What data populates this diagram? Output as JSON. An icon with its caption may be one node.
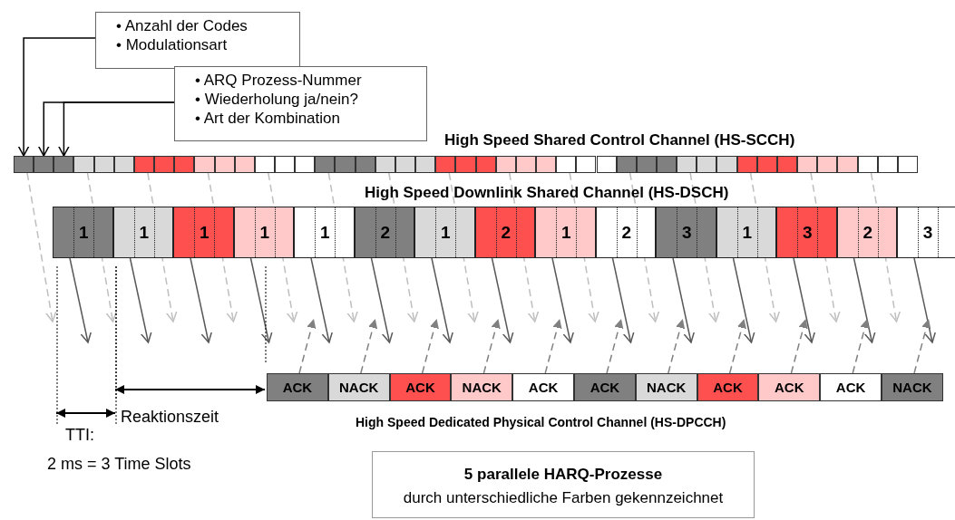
{
  "diagram": {
    "nodes": [
      {
        "text": [
          "• Anzahl der Codes",
          "• Modulationsart"
        ]
      },
      {
        "text": [
          "• ARQ Prozess-Nummer",
          "• Wiederholung ja/nein?",
          "• Art der Kombination"
        ]
      },
      {
        "text": [],
        "shape": "box"
      },
      {
        "text": [],
        "shape": "box"
      },
      {
        "text": [],
        "shape": "box"
      },
      {
        "text": [],
        "shape": "box"
      },
      {
        "text": [],
        "shape": "box"
      },
      {
        "text": [],
        "shape": "box"
      },
      {
        "text": [],
        "shape": "box"
      },
      {
        "text": [],
        "shape": "box"
      },
      {
        "text": [],
        "shape": "box"
      },
      {
        "text": [],
        "shape": "box"
      },
      {
        "text": [],
        "shape": "box"
      },
      {
        "text": [],
        "shape": "box"
      },
      {
        "text": [],
        "shape": "box"
      },
      {
        "text": [],
        "shape": "box"
      },
      {
        "text": [],
        "shape": "box"
      },
      {
        "text": [],
        "shape": "box"
      },
      {
        "text": [],
        "shape": "box"
      },
      {
        "text": [],
        "shape": "box"
      },
      {
        "text": [],
        "shape": "box"
      },
      {
        "text": [],
        "shape": "box"
      },
      {
        "text": [],
        "shape": "box"
      },
      {
        "text": [],
        "shape": "box"
      },
      {
        "text": [],
        "shape": "box"
      },
      {
        "text": [],
        "shape": "box"
      },
      {
        "text": [],
        "shape": "box"
      },
      {
        "text": [],
        "shape": "box"
      },
      {
        "text": [],
        "shape": "box"
      },
      {
        "text": [],
        "shape": "box"
      },
      {
        "text": [],
        "shape": "box"
      },
      {
        "text": [],
        "shape": "box"
      },
      {
        "text": [],
        "shape": "box"
      },
      {
        "text": [],
        "shape": "box"
      },
      {
        "text": [],
        "shape": "box"
      },
      {
        "text": [],
        "shape": "box"
      },
      {
        "text": [],
        "shape": "box"
      },
      {
        "text": [],
        "shape": "box"
      },
      {
        "text": [],
        "shape": "box"
      },
      {
        "text": [],
        "shape": "box"
      },
      {
        "text": [],
        "shape": "box"
      },
      {
        "text": [],
        "shape": "box"
      },
      {
        "text": [],
        "shape": "box"
      },
      {
        "text": [],
        "shape": "box"
      },
      {
        "text": [],
        "shape": "box"
      },
      {
        "text": [],
        "shape": "box"
      },
      {
        "text": [],
        "shape": "box"
      },
      {
        "text": [
          "1"
        ]
      },
      {
        "text": [
          "1"
        ]
      },
      {
        "text": [
          "1"
        ]
      },
      {
        "text": [
          "1"
        ]
      },
      {
        "text": [
          "1"
        ]
      },
      {
        "text": [
          "2"
        ]
      },
      {
        "text": [
          "1"
        ]
      },
      {
        "text": [
          "2"
        ]
      },
      {
        "text": [
          "1"
        ]
      },
      {
        "text": [
          "2"
        ]
      },
      {
        "text": [
          "3"
        ]
      },
      {
        "text": [
          "1"
        ]
      },
      {
        "text": [
          "3"
        ]
      },
      {
        "text": [
          "2"
        ]
      },
      {
        "text": [
          "3"
        ]
      },
      {
        "text": [
          "ACK"
        ]
      },
      {
        "text": [
          "NACK"
        ]
      },
      {
        "text": [
          "ACK"
        ]
      },
      {
        "text": [
          "NACK"
        ]
      },
      {
        "text": [
          "ACK"
        ]
      },
      {
        "text": [
          "ACK"
        ]
      },
      {
        "text": [
          "NACK"
        ]
      },
      {
        "text": [
          "ACK"
        ]
      },
      {
        "text": [
          "ACK"
        ]
      },
      {
        "text": [
          "ACK"
        ]
      },
      {
        "text": [
          "NACK"
        ]
      },
      {
        "text": [
          "5 parallele HARQ-Prozesse",
          "durch unterschiedliche Farben gekennzeichnet"
        ]
      }
    ],
    "edges": [
      {
        "from": 0,
        "to": 2,
        "arrow": "to",
        "color": "#000000"
      },
      {
        "from": 1,
        "to": 3,
        "arrow": "to",
        "color": "#000000"
      },
      {
        "from": 1,
        "to": 4,
        "arrow": "to",
        "color": "#000000"
      },
      {
        "from": 2,
        "to": null,
        "arrow": "to",
        "style": "dashed",
        "color": "#bfbfbf"
      },
      {
        "from": 5,
        "to": null,
        "arrow": "to",
        "style": "dashed",
        "color": "#bfbfbf"
      },
      {
        "from": 8,
        "to": null,
        "arrow": "to",
        "style": "dashed",
        "color": "#bfbfbf"
      },
      {
        "from": 11,
        "to": null,
        "arrow": "to",
        "style": "dashed",
        "color": "#bfbfbf"
      },
      {
        "from": 14,
        "to": null,
        "arrow": "to",
        "style": "dashed",
        "color": "#bfbfbf"
      },
      {
        "from": 17,
        "to": null,
        "arrow": "to",
        "style": "dashed",
        "color": "#bfbfbf"
      },
      {
        "from": 20,
        "to": null,
        "arrow": "to",
        "style": "dashed",
        "color": "#bfbfbf"
      },
      {
        "from": 23,
        "to": null,
        "arrow": "to",
        "style": "dashed",
        "color": "#bfbfbf"
      },
      {
        "from": 26,
        "to": null,
        "arrow": "to",
        "style": "dashed",
        "color": "#bfbfbf"
      },
      {
        "from": 29,
        "to": null,
        "arrow": "to",
        "style": "dashed",
        "color": "#bfbfbf"
      },
      {
        "from": 32,
        "to": null,
        "arrow": "to",
        "style": "dashed",
        "color": "#bfbfbf"
      },
      {
        "from": 35,
        "to": null,
        "arrow": "to",
        "style": "dashed",
        "color": "#bfbfbf"
      },
      {
        "from": 38,
        "to": null,
        "arrow": "to",
        "style": "dashed",
        "color": "#bfbfbf"
      },
      {
        "from": 41,
        "to": null,
        "arrow": "to",
        "style": "dashed",
        "color": "#bfbfbf"
      },
      {
        "from": 44,
        "to": null,
        "arrow": "to",
        "style": "dashed",
        "color": "#bfbfbf"
      },
      {
        "from": 47,
        "to": null,
        "arrow": "to",
        "color": "#595959"
      },
      {
        "from": 48,
        "to": null,
        "arrow": "to",
        "color": "#595959"
      },
      {
        "from": 49,
        "to": null,
        "arrow": "to",
        "color": "#595959"
      },
      {
        "from": 50,
        "to": null,
        "arrow": "to",
        "color": "#595959"
      },
      {
        "from": 51,
        "to": null,
        "arrow": "to",
        "color": "#595959"
      },
      {
        "from": 52,
        "to": null,
        "arrow": "to",
        "color": "#595959"
      },
      {
        "from": 53,
        "to": null,
        "arrow": "to",
        "color": "#595959"
      },
      {
        "from": 54,
        "to": null,
        "arrow": "to",
        "color": "#595959"
      },
      {
        "from": 55,
        "to": null,
        "arrow": "to",
        "color": "#595959"
      },
      {
        "from": 56,
        "to": null,
        "arrow": "to",
        "color": "#595959"
      },
      {
        "from": 57,
        "to": null,
        "arrow": "to",
        "color": "#595959"
      },
      {
        "from": 58,
        "to": null,
        "arrow": "to",
        "color": "#595959"
      },
      {
        "from": 59,
        "to": null,
        "arrow": "to",
        "color": "#595959"
      },
      {
        "from": 60,
        "to": null,
        "arrow": "to",
        "color": "#595959"
      },
      {
        "from": 61,
        "to": null,
        "arrow": "to",
        "color": "#595959"
      },
      {
        "from": 62,
        "to": null,
        "arrow": "to",
        "style": "dashed",
        "color": "#808080"
      },
      {
        "from": 63,
        "to": null,
        "arrow": "to",
        "style": "dashed",
        "color": "#808080"
      },
      {
        "from": 64,
        "to": null,
        "arrow": "to",
        "style": "dashed",
        "color": "#808080"
      },
      {
        "from": 65,
        "to": null,
        "arrow": "to",
        "style": "dashed",
        "color": "#808080"
      },
      {
        "from": 66,
        "to": null,
        "arrow": "to",
        "style": "dashed",
        "color": "#808080"
      },
      {
        "from": 67,
        "to": null,
        "arrow": "to",
        "style": "dashed",
        "color": "#808080"
      },
      {
        "from": 68,
        "to": null,
        "arrow": "to",
        "style": "dashed",
        "color": "#808080"
      },
      {
        "from": 69,
        "to": null,
        "arrow": "to",
        "style": "dashed",
        "color": "#808080"
      },
      {
        "from": 70,
        "to": null,
        "arrow": "to",
        "style": "dashed",
        "color": "#808080"
      },
      {
        "from": 71,
        "to": null,
        "arrow": "to",
        "style": "dashed",
        "color": "#808080"
      },
      {
        "from": 72,
        "to": null,
        "arrow": "to",
        "style": "dashed",
        "color": "#808080"
      }
    ],
    "labels": [
      "High Speed Shared Control Channel (HS-SCCH)",
      "High Speed Downlink Shared Channel (HS-DSCH)",
      "Reaktionszeit",
      "High Speed Dedicated Physical Control Channel (HS-DPCCH)",
      "TTI:",
      "2 ms = 3 Time Slots"
    ]
  }
}
